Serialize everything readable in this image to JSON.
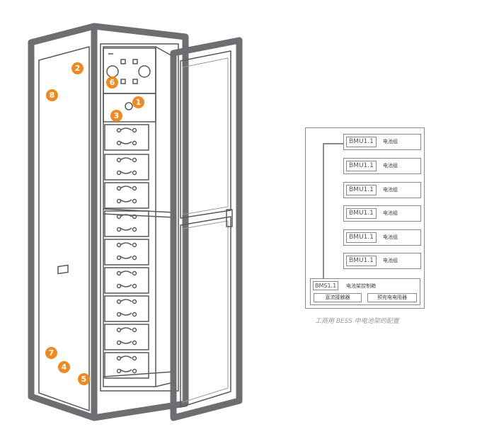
{
  "callouts": [
    {
      "id": "1",
      "label": "1"
    },
    {
      "id": "2",
      "label": "2"
    },
    {
      "id": "3",
      "label": "3"
    },
    {
      "id": "4",
      "label": "4"
    },
    {
      "id": "5",
      "label": "5"
    },
    {
      "id": "6",
      "label": "6"
    },
    {
      "id": "7",
      "label": "7"
    },
    {
      "id": "8",
      "label": "8"
    }
  ],
  "config": {
    "bmu_rows": [
      {
        "tag": "BMU1.1",
        "text": "电池组"
      },
      {
        "tag": "BMU1.1",
        "text": "电池组"
      },
      {
        "tag": "BMU1.1",
        "text": "电池组"
      },
      {
        "tag": "BMU1.1",
        "text": "电池组"
      },
      {
        "tag": "BMU1.1",
        "text": "电池组"
      },
      {
        "tag": "BMU1.1",
        "text": "电池组"
      }
    ],
    "bms": {
      "tag": "BMS1.1",
      "text": "电池架控制箱",
      "left_box": "直流接触器",
      "right_box": "预充电电阻器"
    },
    "caption": "工商用 BESS 中电池架的配置"
  },
  "colors": {
    "frame": "#6d6e71",
    "line": "#58595b",
    "accent": "#ef8a21"
  }
}
